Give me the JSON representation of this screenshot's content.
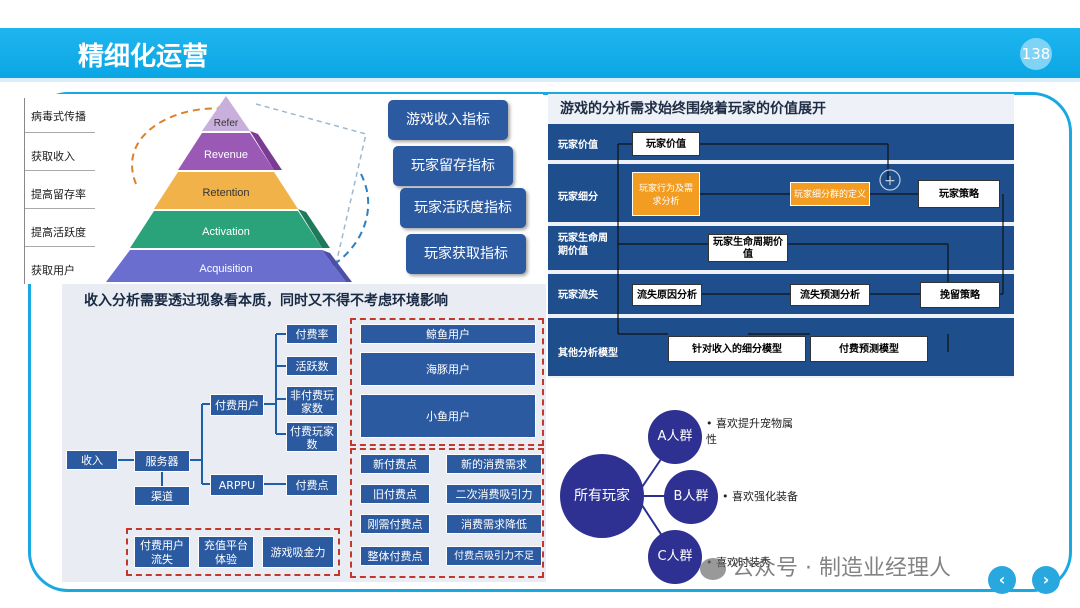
{
  "header": {
    "title": "精细化运营",
    "page_number": "138"
  },
  "pyramid_panel": {
    "left_labels": [
      "病毒式传播",
      "获取收入",
      "提高留存率",
      "提高活跃度",
      "获取用户"
    ],
    "levels": [
      "Refer",
      "Revenue",
      "Retention",
      "Activation",
      "Acquisition"
    ],
    "metric_buttons": [
      "游戏收入指标",
      "玩家留存指标",
      "玩家活跃度指标",
      "玩家获取指标"
    ]
  },
  "value_panel": {
    "title": "游戏的分析需求始终围绕着玩家的价值展开",
    "row_labels": [
      "玩家价值",
      "玩家细分",
      "玩家生命周期价值",
      "玩家流失",
      "其他分析模型"
    ],
    "boxes": {
      "player_value": "玩家价值",
      "behavior": "玩家行为及需求分析",
      "segment_def": "玩家细分群的定义",
      "strategy": "玩家策略",
      "lifecycle": "玩家生命周期价值",
      "churn_reason": "流失原因分析",
      "churn_predict": "流失预测分析",
      "retain": "挽留策略",
      "income_model": "针对收入的细分模型",
      "pay_predict": "付费预测模型"
    }
  },
  "revenue_panel": {
    "title": "收入分析需要透过现象看本质，同时又不得不考虑环境影响",
    "nodes": {
      "income": "收入",
      "server": "服务器",
      "channel": "渠道",
      "paying_users": "付费用户",
      "arppu": "ARPPU",
      "pay_rate": "付费率",
      "active": "活跃数",
      "non_pay": "非付费玩家数",
      "pay_count": "付费玩家数",
      "pay_point": "付费点"
    },
    "user_types": [
      "鲸鱼用户",
      "海豚用户",
      "小鱼用户"
    ],
    "pay_points": [
      "新付费点",
      "旧付费点",
      "刚需付费点",
      "整体付费点"
    ],
    "needs": [
      "新的消费需求",
      "二次消费吸引力",
      "消费需求降低",
      "付费点吸引力不足"
    ],
    "bottom": [
      "付费用户流失",
      "充值平台体验",
      "游戏吸金力"
    ]
  },
  "segments_panel": {
    "center": "所有玩家",
    "groups": [
      {
        "name": "A人群",
        "desc": "喜欢提升宠物属性"
      },
      {
        "name": "B人群",
        "desc": "喜欢强化装备"
      },
      {
        "name": "C人群",
        "desc": "喜欢时装秀"
      }
    ]
  },
  "watermark": "公众号 · 制造业经理人",
  "nav": {
    "prev": "‹",
    "next": "›"
  }
}
